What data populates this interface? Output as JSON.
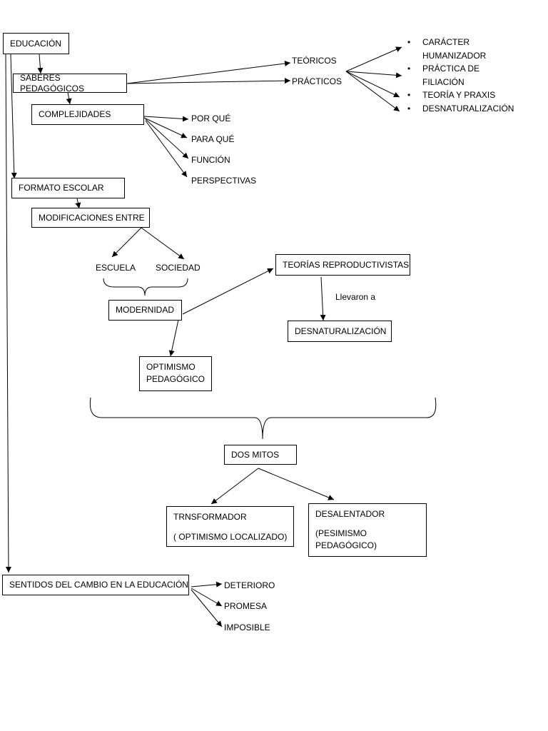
{
  "nodes": {
    "educacion": "EDUCACIÓN",
    "saberes": "SABERES PEDAGÓGICOS",
    "teoricos": "TEÓRICOS",
    "practicos": "PRÁCTICOS",
    "bullets": [
      [
        "CARÁCTER",
        "HUMANIZADOR"
      ],
      [
        "PRÁCTICA DE",
        "FILIACIÓN"
      ],
      [
        "TEORÍA Y PRAXIS"
      ],
      [
        "DESNATURALIZACIÓN"
      ]
    ],
    "complejidades": "COMPLEJIDADES",
    "por_que": "POR QUÉ",
    "para_que": "PARA QUÉ",
    "funcion": "FUNCIÓN",
    "perspectivas": "PERSPECTIVAS",
    "formato": "FORMATO ESCOLAR",
    "modificaciones": "MODIFICACIONES ENTRE",
    "escuela": "ESCUELA",
    "sociedad": "SOCIEDAD",
    "modernidad": "MODERNIDAD",
    "teorias_repro": "TEORÍAS REPRODUCTIVISTAS",
    "llevaron": "Llevaron a",
    "desnaturalizacion": "DESNATURALIZACIÓN",
    "optimismo": [
      "OPTIMISMO",
      "PEDAGÓGICO"
    ],
    "dos_mitos": "DOS MITOS",
    "transformador": [
      "TRNSFORMADOR",
      "( OPTIMISMO LOCALIZADO)"
    ],
    "desalentador": [
      "DESALENTADOR",
      "(PESIMISMO",
      "PEDAGÓGICO)"
    ],
    "sentidos": "SENTIDOS DEL CAMBIO EN LA EDUCACIÓN",
    "deterioro": "DETERIORO",
    "promesa": "PROMESA",
    "imposible": "IMPOSIBLE"
  },
  "bullet_glyph": "•",
  "stroke_color": "#000000"
}
